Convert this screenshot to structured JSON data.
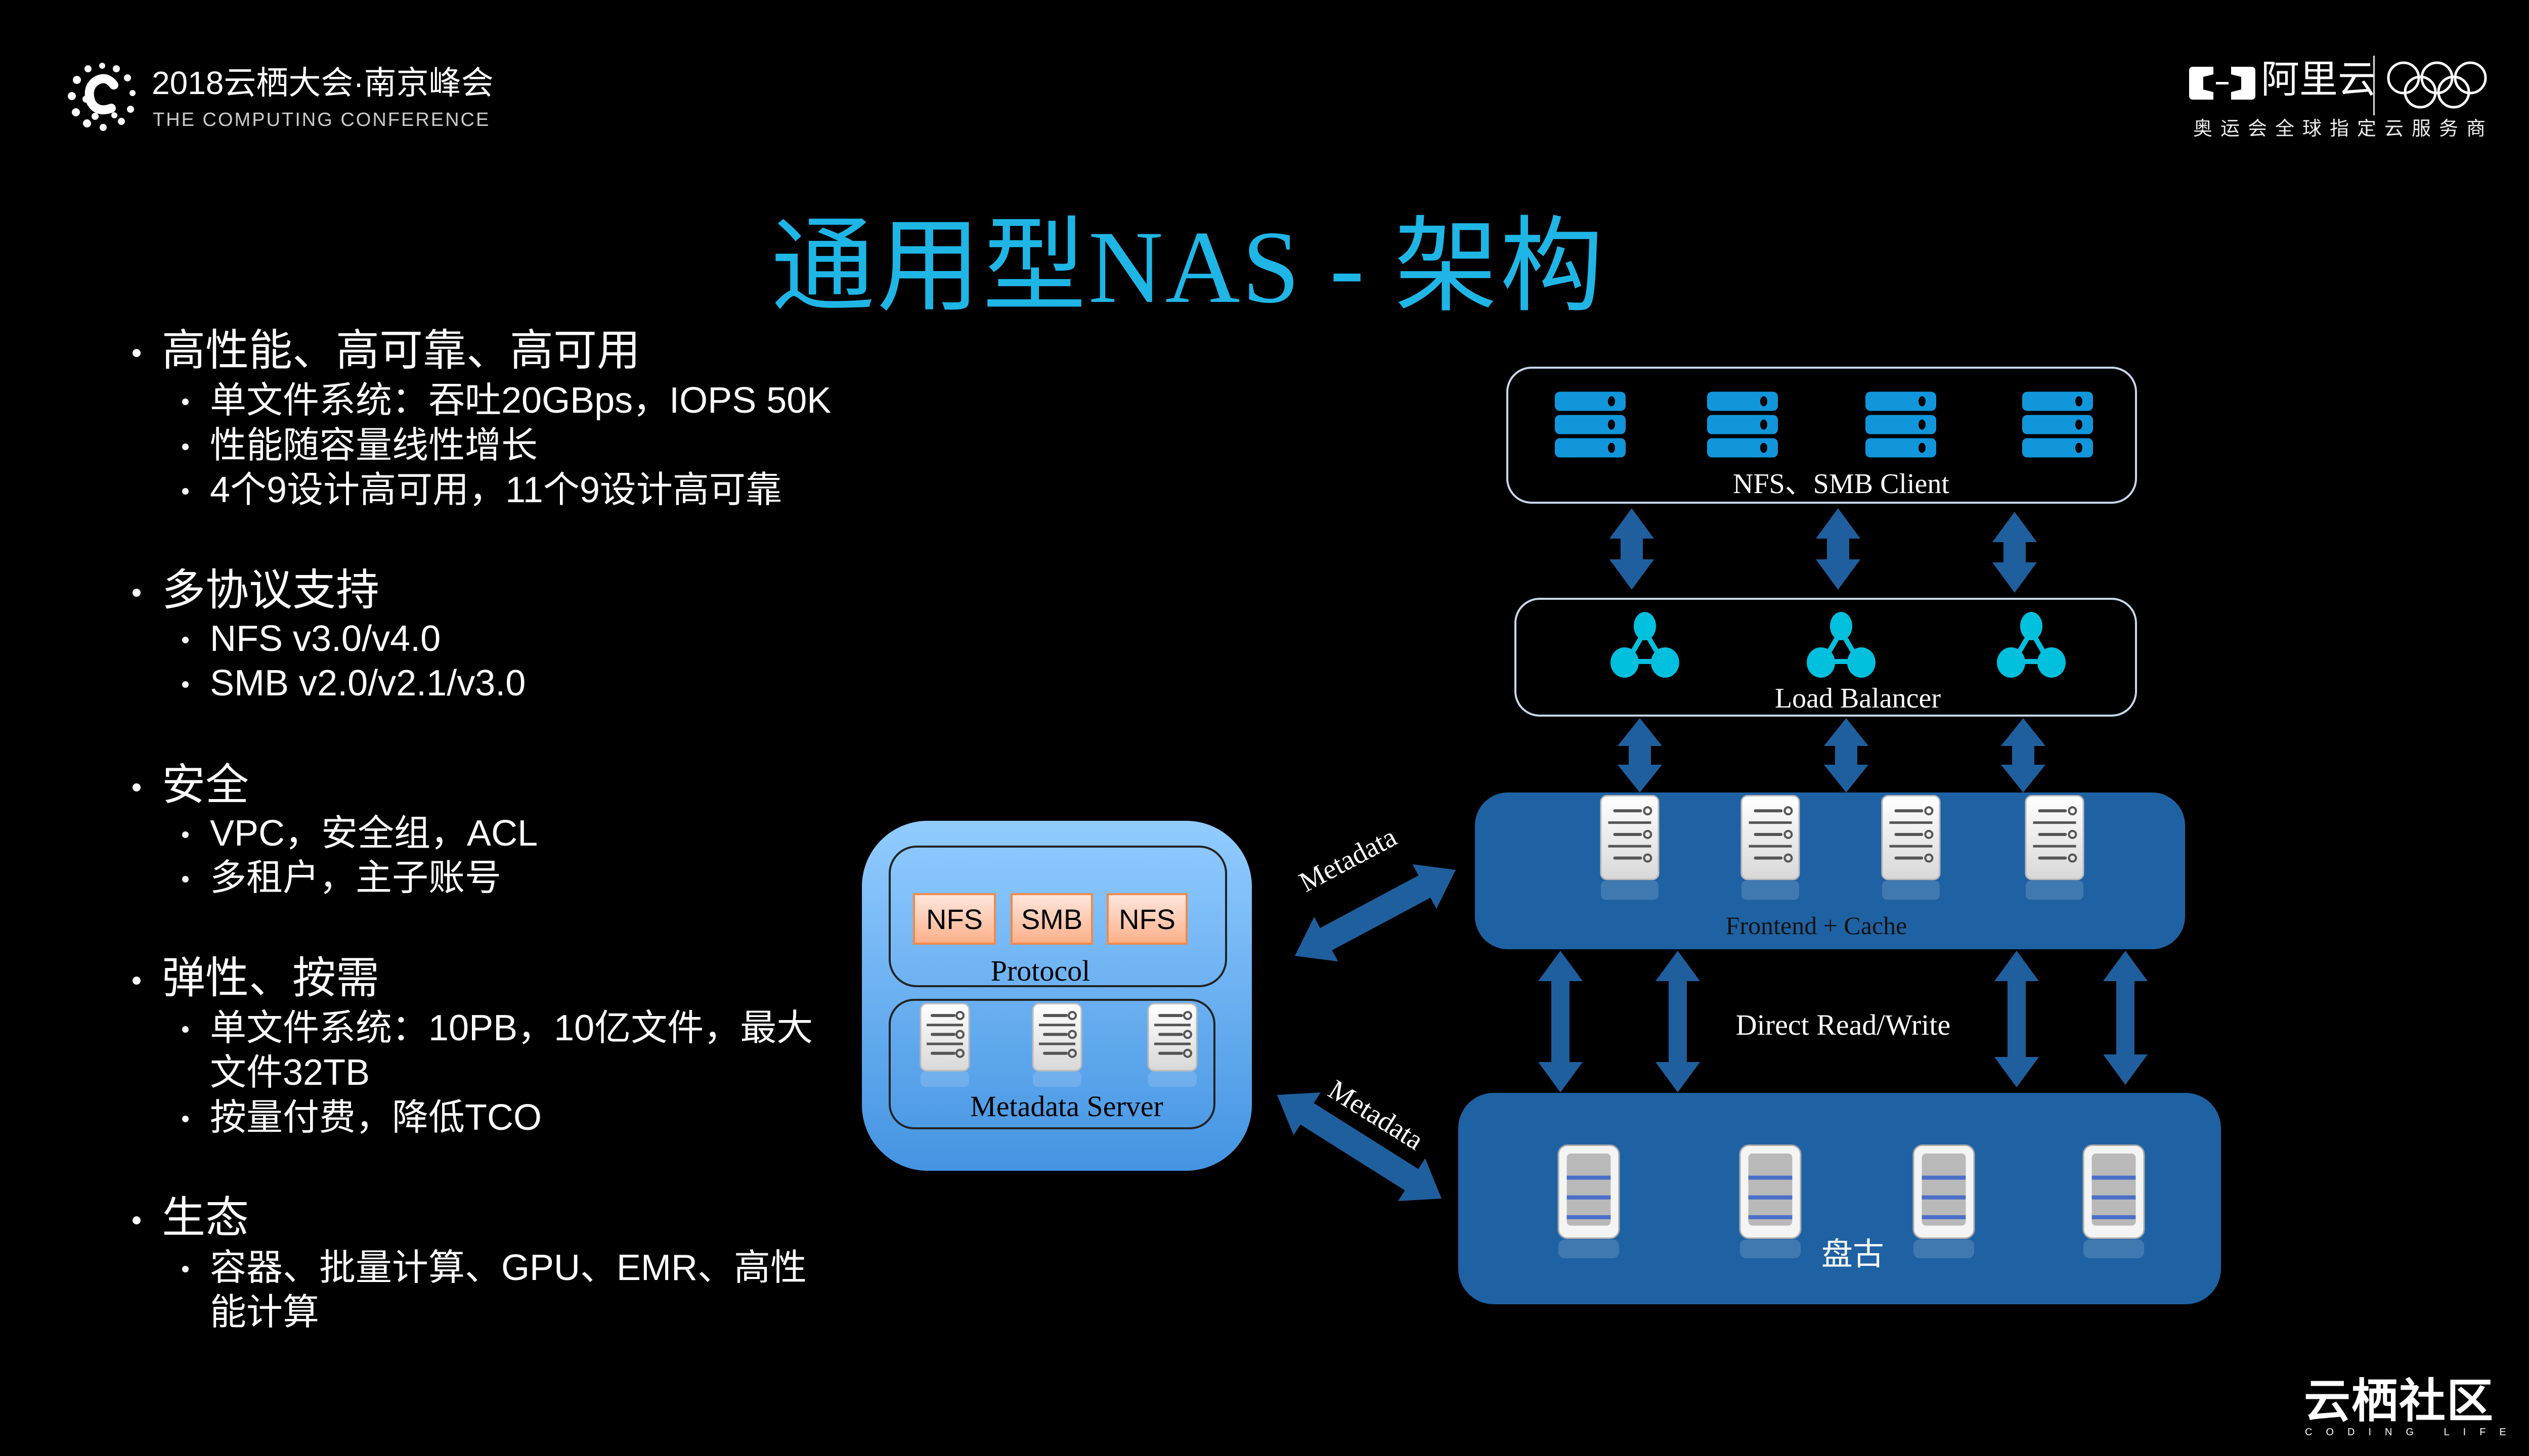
{
  "header": {
    "conference_title": "2018云栖大会·南京峰会",
    "conference_subtitle": "THE COMPUTING CONFERENCE",
    "aliyun_name": "阿里云",
    "aliyun_tagline": "奥运会全球指定云服务商",
    "community_name": "云栖社区",
    "community_tagline": "CODING LIFE"
  },
  "slide": {
    "title": "通用型NAS - 架构",
    "title_color": "#1fb6e6"
  },
  "bullets": [
    {
      "heading": "高性能、高可靠、高可用",
      "items": [
        "单文件系统：吞吐20GBps，IOPS 50K",
        "性能随容量线性增长",
        "4个9设计高可用，11个9设计高可靠"
      ]
    },
    {
      "heading": "多协议支持",
      "items": [
        "NFS v3.0/v4.0",
        "SMB v2.0/v2.1/v3.0"
      ]
    },
    {
      "heading": "安全",
      "items": [
        "VPC，安全组，ACL",
        "多租户，主子账号"
      ]
    },
    {
      "heading": "弹性、按需",
      "items": [
        "单文件系统：10PB，10亿文件，最大",
        "文件32TB",
        "按量付费，降低TCO"
      ]
    },
    {
      "heading": "生态",
      "items": [
        "容器、批量计算、GPU、EMR、高性",
        "能计算"
      ]
    }
  ],
  "diagram": {
    "client_label": "NFS、SMB Client",
    "load_balancer_label": "Load Balancer",
    "frontend_label": "Frontend + Cache",
    "direct_label": "Direct Read/Write",
    "pangu_label": "盘古",
    "protocol_label": "Protocol",
    "protocols": [
      "NFS",
      "SMB",
      "NFS"
    ],
    "metadata_server_label": "Metadata Server",
    "metadata_arrow_label_top": "Metadata",
    "metadata_arrow_label_bottom": "Metadata",
    "colors": {
      "arrow": "#1f5f9e",
      "block": "#1f62a3",
      "client_icon": "#1296db",
      "lb_icon": "#00c0de",
      "metadata_panel_top": "#92ccff",
      "metadata_panel_bottom": "#4494e2"
    }
  }
}
